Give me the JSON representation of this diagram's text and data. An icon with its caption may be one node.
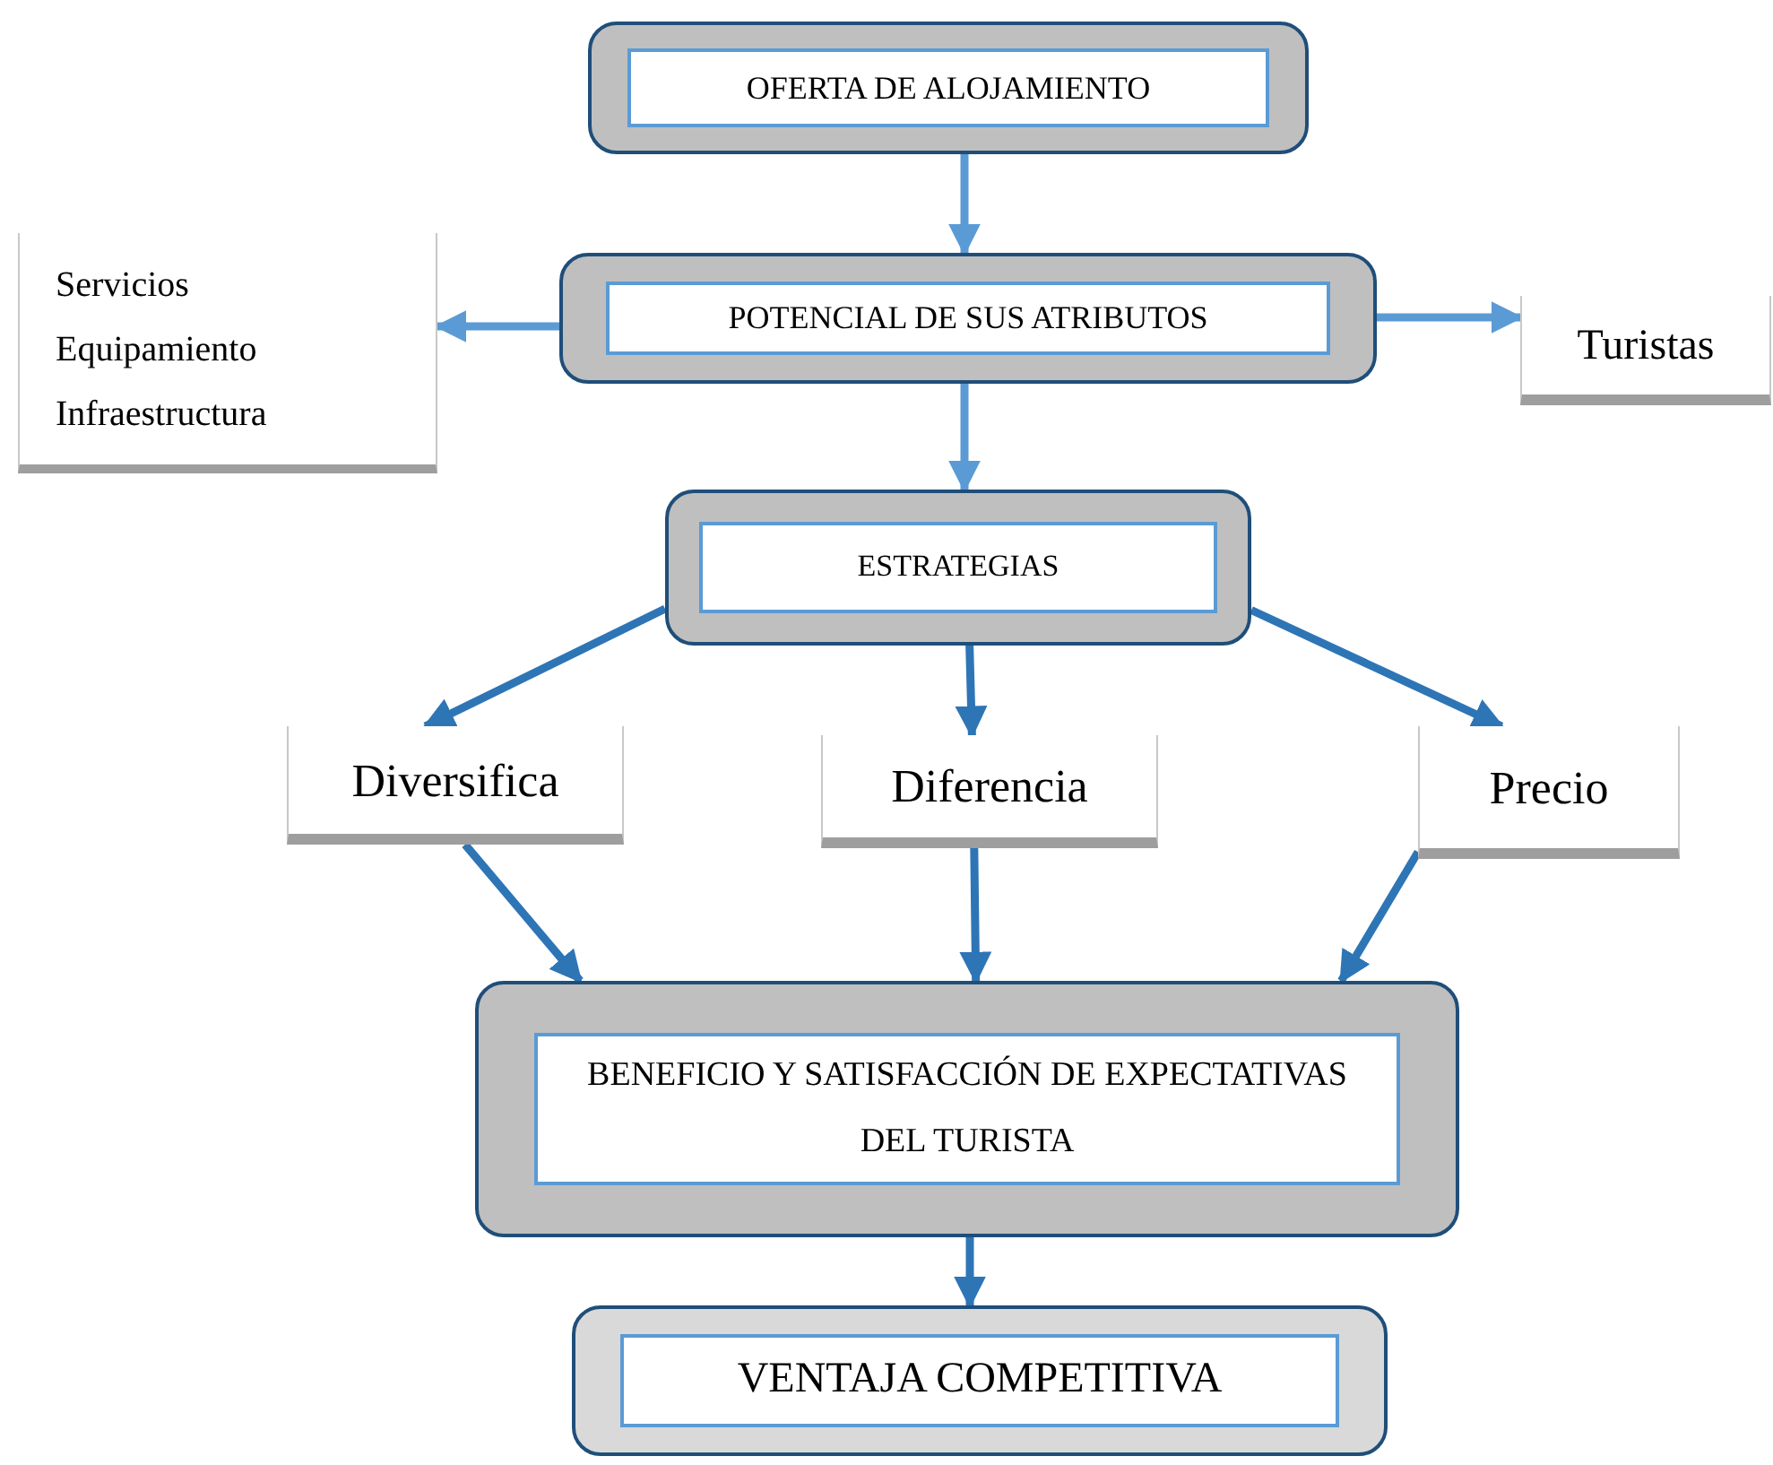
{
  "diagram": {
    "nodes": [
      {
        "text": [
          "OFERTA DE ALOJAMIENTO"
        ]
      },
      {
        "text": [
          "POTENCIAL DE SUS ATRIBUTOS"
        ]
      },
      {
        "text": [
          "Servicios",
          "Equipamiento",
          "Infraestructura"
        ]
      },
      {
        "text": [
          "Turistas"
        ]
      },
      {
        "text": [
          "ESTRATEGIAS"
        ]
      },
      {
        "text": [
          "Diversifica"
        ]
      },
      {
        "text": [
          "Diferencia"
        ]
      },
      {
        "text": [
          "Precio"
        ]
      },
      {
        "text": [
          "BENEFICIO Y SATISFACCIÓN DE EXPECTATIVAS DEL TURISTA"
        ]
      },
      {
        "text": [
          "VENTAJA COMPETITIVA"
        ]
      }
    ],
    "edges": [
      {
        "from": 0,
        "to": 1,
        "arrow": "to",
        "color": "#5b9bd5"
      },
      {
        "from": 1,
        "to": 2,
        "arrow": "to",
        "color": "#5b9bd5"
      },
      {
        "from": 1,
        "to": 3,
        "arrow": "to",
        "color": "#5b9bd5"
      },
      {
        "from": 1,
        "to": 4,
        "arrow": "to",
        "color": "#5b9bd5"
      },
      {
        "from": 4,
        "to": 5,
        "arrow": "to"
      },
      {
        "from": 4,
        "to": 6,
        "arrow": "to"
      },
      {
        "from": 4,
        "to": 7,
        "arrow": "to"
      },
      {
        "from": 5,
        "to": 8,
        "arrow": "to"
      },
      {
        "from": 6,
        "to": 8,
        "arrow": "to"
      },
      {
        "from": 7,
        "to": 8,
        "arrow": "to"
      },
      {
        "from": 8,
        "to": 9,
        "arrow": "to"
      }
    ]
  }
}
